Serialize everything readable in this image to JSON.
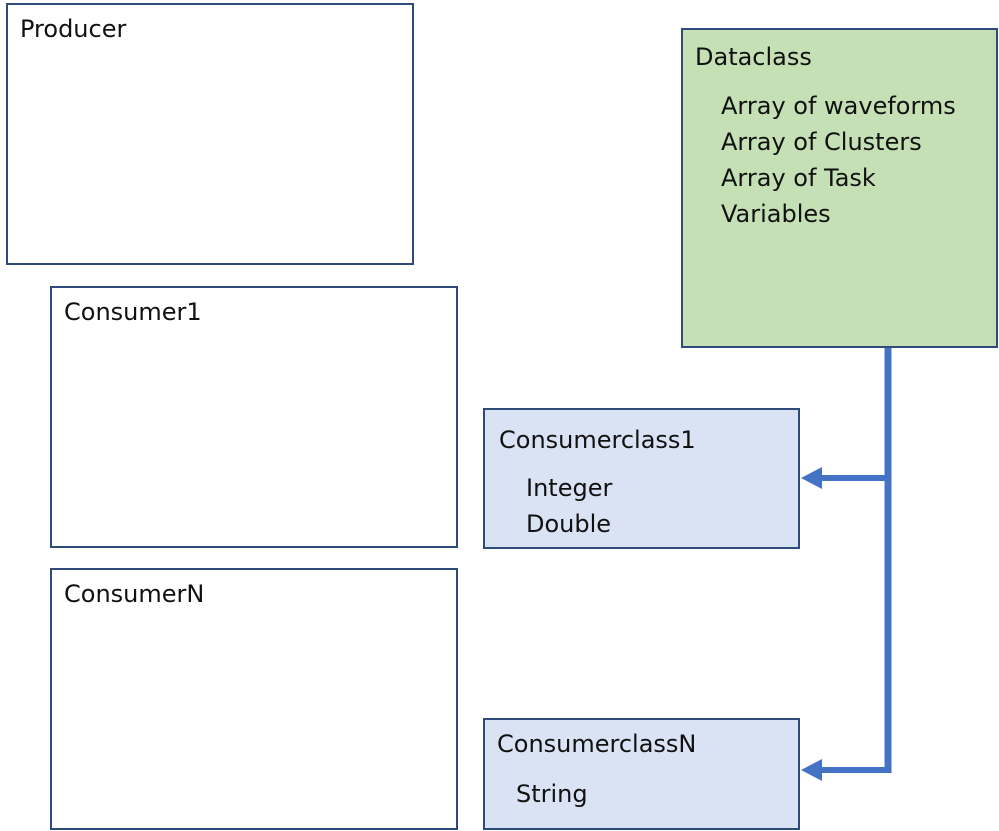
{
  "producer": {
    "title": "Producer"
  },
  "consumer1": {
    "title": "Consumer1"
  },
  "consumerN": {
    "title": "ConsumerN"
  },
  "dataclass": {
    "title": "Dataclass",
    "items": [
      "Array of waveforms",
      "Array of Clusters",
      "Array of Task",
      "Variables"
    ]
  },
  "consumerclass1": {
    "title": "Consumerclass1",
    "items": [
      "Integer",
      "Double"
    ]
  },
  "consumerclassN": {
    "title": "ConsumerclassN",
    "items": [
      "String"
    ]
  },
  "colors": {
    "box_border": "#2f4b7c",
    "dataclass_fill": "#c5e0b4",
    "consumerclass_fill": "#dae3f3",
    "connector": "#4472c4"
  }
}
